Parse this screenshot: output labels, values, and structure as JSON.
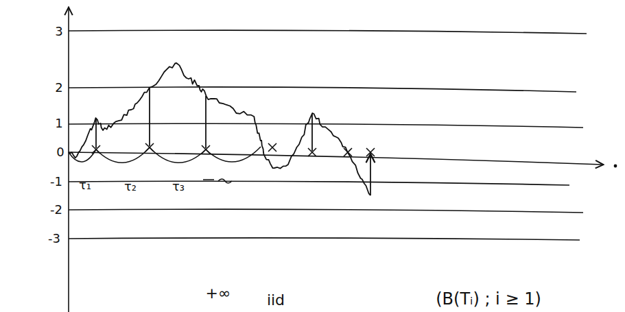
{
  "diagram": {
    "labels": [
      "3",
      "2",
      "1",
      "0",
      "-1",
      "-2",
      "-3",
      "τ₁",
      "τ₂",
      "τ₃",
      "+∞",
      "iid",
      "(B(Tᵢ) ; i ≥ 1)"
    ]
  }
}
